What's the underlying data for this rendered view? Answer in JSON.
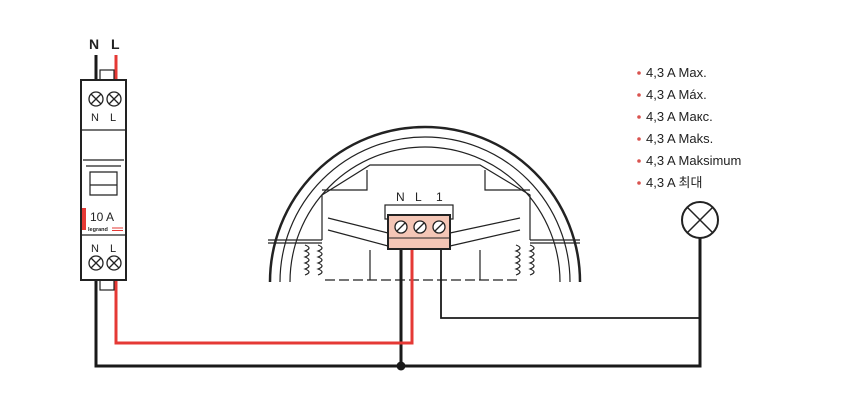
{
  "breaker": {
    "top_labels": {
      "n": "N",
      "l": "L"
    },
    "terminal_top": {
      "n": "N",
      "l": "L"
    },
    "terminal_bottom": {
      "n": "N",
      "l": "L"
    },
    "rating": "10 A",
    "brand": "legrand"
  },
  "sensor": {
    "terminals": [
      "N",
      "L",
      "1"
    ]
  },
  "ratings": [
    "4,3 A Max.",
    "4,3 A Máx.",
    "4,3 A Макс.",
    "4,3 A Maks.",
    "4,3 A Maksimum",
    "4,3 A 최대"
  ],
  "colors": {
    "live": "#e53935",
    "neutral": "#1a1a1a",
    "terminal": "#f4c6b6",
    "bullet": "#d9534f"
  }
}
